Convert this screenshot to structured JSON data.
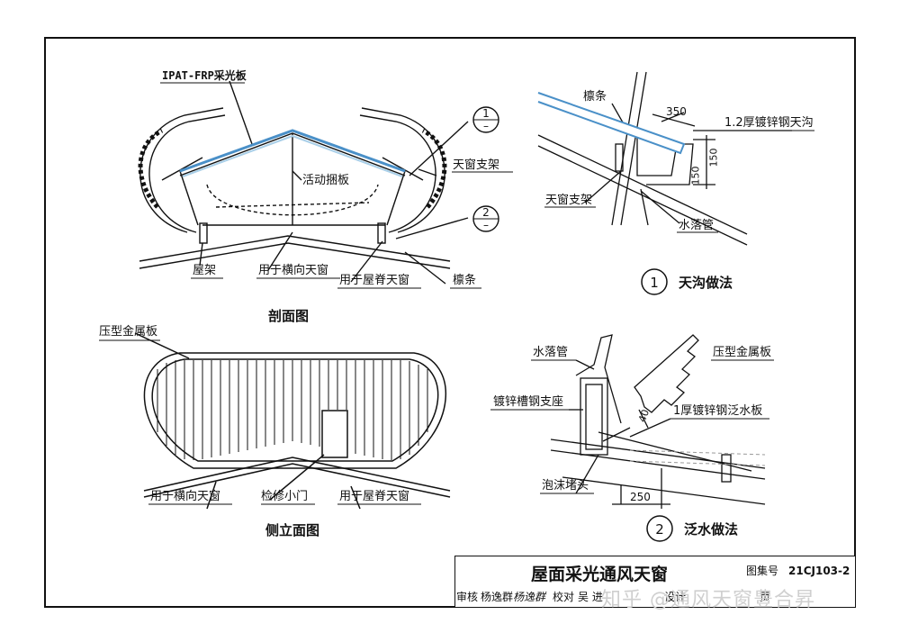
{
  "section_view": {
    "caption": "剖面图",
    "labels": {
      "panel": "IPAT-FRP采光板",
      "damper": "活动捆板",
      "bracket": "天窗支架",
      "roof_frame": "屋架",
      "transverse": "用于横向天窗",
      "ridge": "用于屋脊天窗",
      "purlin": "檩条"
    },
    "callout_1_num": "1",
    "callout_1_sub": "–",
    "callout_2_num": "2",
    "callout_2_sub": "–"
  },
  "side_view": {
    "caption": "侧立面图",
    "labels": {
      "metal_sheet": "压型金属板",
      "transverse": "用于横向天窗",
      "hatch": "检修小门",
      "ridge": "用于屋脊天窗"
    }
  },
  "detail_1": {
    "number": "1",
    "caption": "天沟做法",
    "labels": {
      "purlin": "檩条",
      "gutter": "1.2厚镀锌钢天沟",
      "bracket": "天窗支架",
      "downpipe": "水落管"
    },
    "dims": {
      "width": "350",
      "h1": "150",
      "h2": "150"
    }
  },
  "detail_2": {
    "number": "2",
    "caption": "泛水做法",
    "labels": {
      "downpipe": "水落管",
      "metal_sheet": "压型金属板",
      "channel_seat": "镀锌槽钢支座",
      "flashing": "1厚镀锌钢泛水板",
      "foam_plug": "泡沫堵头"
    },
    "dims": {
      "d40": "40",
      "d250": "250"
    }
  },
  "title_block": {
    "title": "屋面采光通风天窗",
    "atlas_label": "图集号",
    "atlas_number": "21CJ103-2",
    "row2": [
      "审核",
      "杨逸群",
      "杨逸群",
      "校对",
      "吴 进",
      "设计",
      "页"
    ]
  },
  "watermark": "知乎 @通风天窗豊合昇",
  "colors": {
    "line": "#111111",
    "panel": "#4a90c8",
    "panel_light": "#a9cfe8"
  }
}
